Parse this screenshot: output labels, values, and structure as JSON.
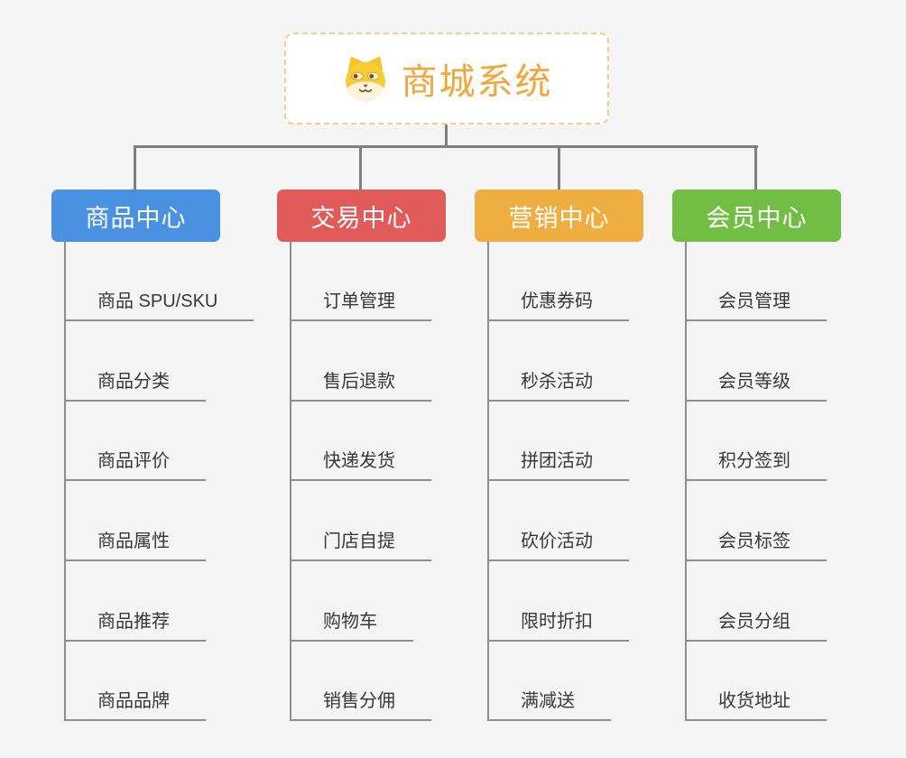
{
  "root": {
    "title": "商城系统",
    "icon": "shiba-dog-icon"
  },
  "theme": {
    "background": "#F5F5F5",
    "connector_color": "#7F7F7F",
    "underline_color": "#8F8F8F",
    "root_text_color": "#F0A73D",
    "root_border_color": "#F2CD95",
    "leaf_text_color": "#383838"
  },
  "branches": [
    {
      "label": "商品中心",
      "color": "#4B91E2",
      "items": [
        "商品 SPU/SKU",
        "商品分类",
        "商品评价",
        "商品属性",
        "商品推荐",
        "商品品牌"
      ]
    },
    {
      "label": "交易中心",
      "color": "#E25B5B",
      "items": [
        "订单管理",
        "售后退款",
        "快递发货",
        "门店自提",
        "购物车",
        "销售分佣"
      ]
    },
    {
      "label": "营销中心",
      "color": "#EFAE41",
      "items": [
        "优惠券码",
        "秒杀活动",
        "拼团活动",
        "砍价活动",
        "限时折扣",
        "满减送"
      ]
    },
    {
      "label": "会员中心",
      "color": "#72BE44",
      "items": [
        "会员管理",
        "会员等级",
        "积分签到",
        "会员标签",
        "会员分组",
        "收货地址"
      ]
    }
  ]
}
